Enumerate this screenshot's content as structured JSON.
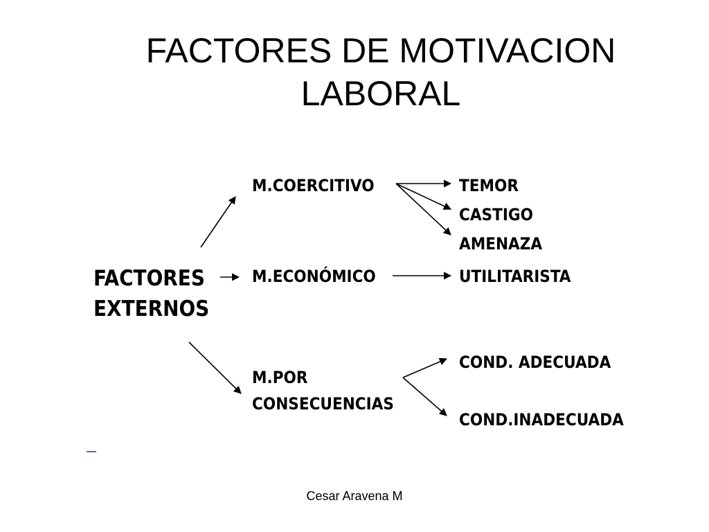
{
  "title": {
    "line1": "FACTORES DE MOTIVACION",
    "line2": "LABORAL"
  },
  "root": {
    "line1": "FACTORES",
    "line2": "EXTERNOS"
  },
  "branches": {
    "coercitivo": {
      "label": "M.COERCITIVO",
      "items": [
        "TEMOR",
        "CASTIGO",
        "AMENAZA"
      ]
    },
    "economico": {
      "label": "M.ECONÓMICO",
      "items": [
        "UTILITARISTA"
      ]
    },
    "consecuencias": {
      "label_line1": "M.POR",
      "label_line2": "CONSECUENCIAS",
      "items": [
        "COND. ADECUADA",
        "COND.INADECUADA"
      ]
    }
  },
  "footer": "Cesar Aravena M",
  "colors": {
    "text": "#000000",
    "background": "#ffffff"
  }
}
